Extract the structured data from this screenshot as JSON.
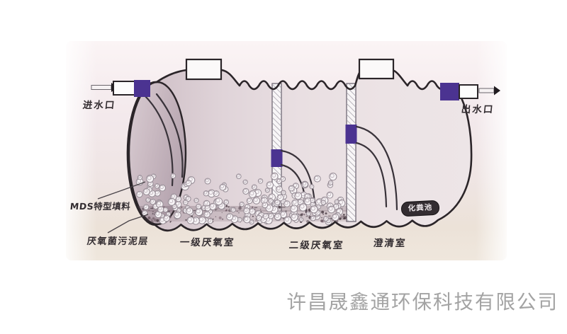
{
  "diagram": {
    "labels": {
      "inlet": "进水口",
      "outlet": "出水口",
      "filler": "MDS特型填料",
      "sludge_layer": "厌氧菌污泥层",
      "chamber_primary": "一级厌氧室",
      "chamber_secondary": "二级厌氧室",
      "clarifier": "澄清室"
    },
    "badge": "化粪池"
  },
  "footer": {
    "company_name": "许昌晟鑫通环保科技有限公司"
  },
  "colors": {
    "accent_purple": "#4b3391",
    "outline": "#2b2529",
    "badge_bg": "#332d31",
    "company_text": "#a3a3a3",
    "photo_tint": "#f2e8e9"
  }
}
